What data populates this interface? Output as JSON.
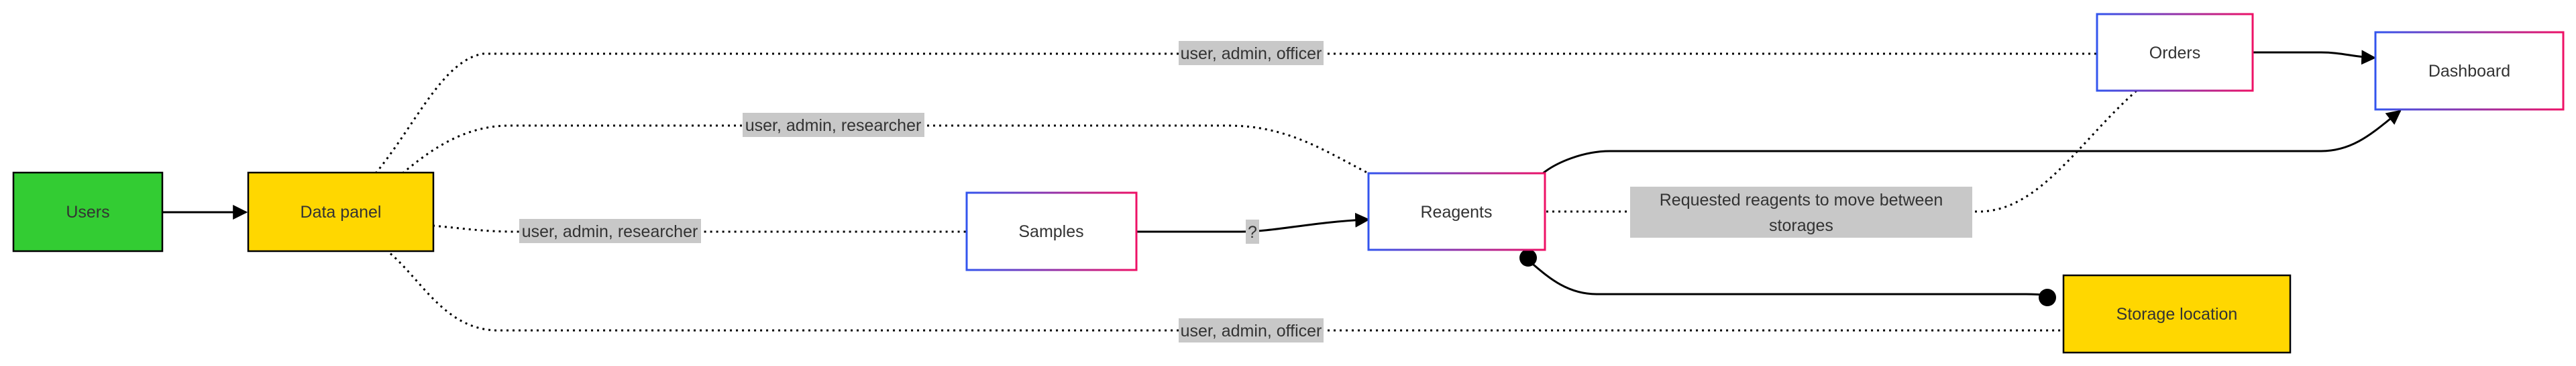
{
  "nodes": {
    "users": "Users",
    "data_panel": "Data panel",
    "samples": "Samples",
    "reagents": "Reagents",
    "orders": "Orders",
    "dashboard": "Dashboard",
    "storage_location": "Storage location"
  },
  "edge_labels": {
    "datapanel_orders": "user, admin, officer",
    "datapanel_reagents": "user, admin, researcher",
    "datapanel_samples": "user, admin, researcher",
    "samples_reagents": "?",
    "reagents_orders_line1": "Requested reagents to move between",
    "reagents_orders_line2": "storages",
    "datapanel_storage": "user, admin, officer"
  },
  "colors": {
    "users_fill": "#33cc33",
    "yellow_fill": "#ffd700",
    "gradient_start": "#3355ee",
    "gradient_end": "#ee1166",
    "label_bg": "#c8c8c8"
  }
}
